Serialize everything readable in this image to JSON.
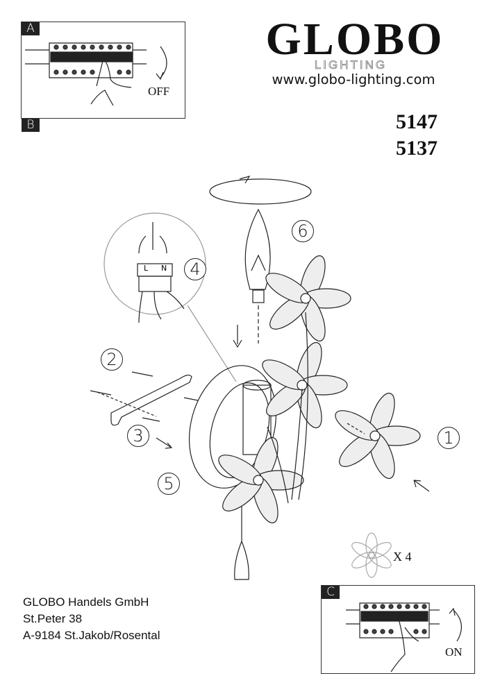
{
  "brand": {
    "name": "GLOBO",
    "sub": "LIGHTING",
    "url": "www.globo-lighting.com"
  },
  "models": [
    "5147",
    "5137"
  ],
  "panel_a": {
    "label": "A",
    "state": "OFF"
  },
  "panel_b": {
    "label": "B"
  },
  "panel_c": {
    "label": "C",
    "state": "ON"
  },
  "steps": [
    "1",
    "2",
    "3",
    "4",
    "5",
    "6"
  ],
  "terminal_labels": [
    "L",
    "N"
  ],
  "crystal_count": "X 4",
  "address": [
    "GLOBO Handels GmbH",
    "St.Peter 38",
    "A-9184 St.Jakob/Rosental"
  ]
}
